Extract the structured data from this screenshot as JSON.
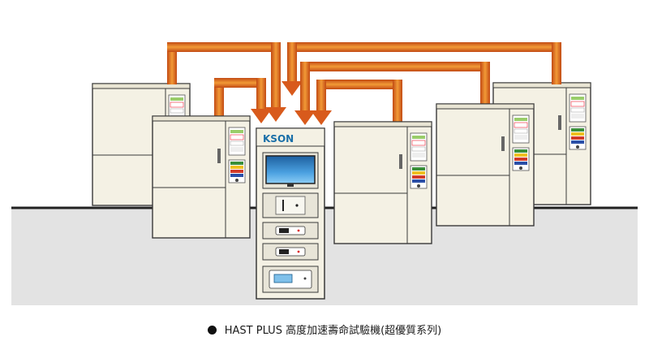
{
  "brand": {
    "logo_text": "KSON"
  },
  "colors": {
    "pipe_dark": "#c9501a",
    "pipe_light": "#f08a2a",
    "cabinet_body": "#f4f1e4",
    "cabinet_outline": "#3a3a3a",
    "floor": "#e3e3e3",
    "screen": "#2f7fc4"
  },
  "chambers": [
    {
      "name": "chamber-back-left"
    },
    {
      "name": "chamber-front-left"
    },
    {
      "name": "chamber-center-right"
    },
    {
      "name": "chamber-front-right"
    },
    {
      "name": "chamber-back-right"
    }
  ],
  "control_rack": {
    "modules": [
      "monitor",
      "computer-unit",
      "power-supply",
      "power-supply",
      "printer"
    ]
  },
  "caption": {
    "text": "HAST PLUS 高度加速壽命試驗機(超優質系列)"
  }
}
